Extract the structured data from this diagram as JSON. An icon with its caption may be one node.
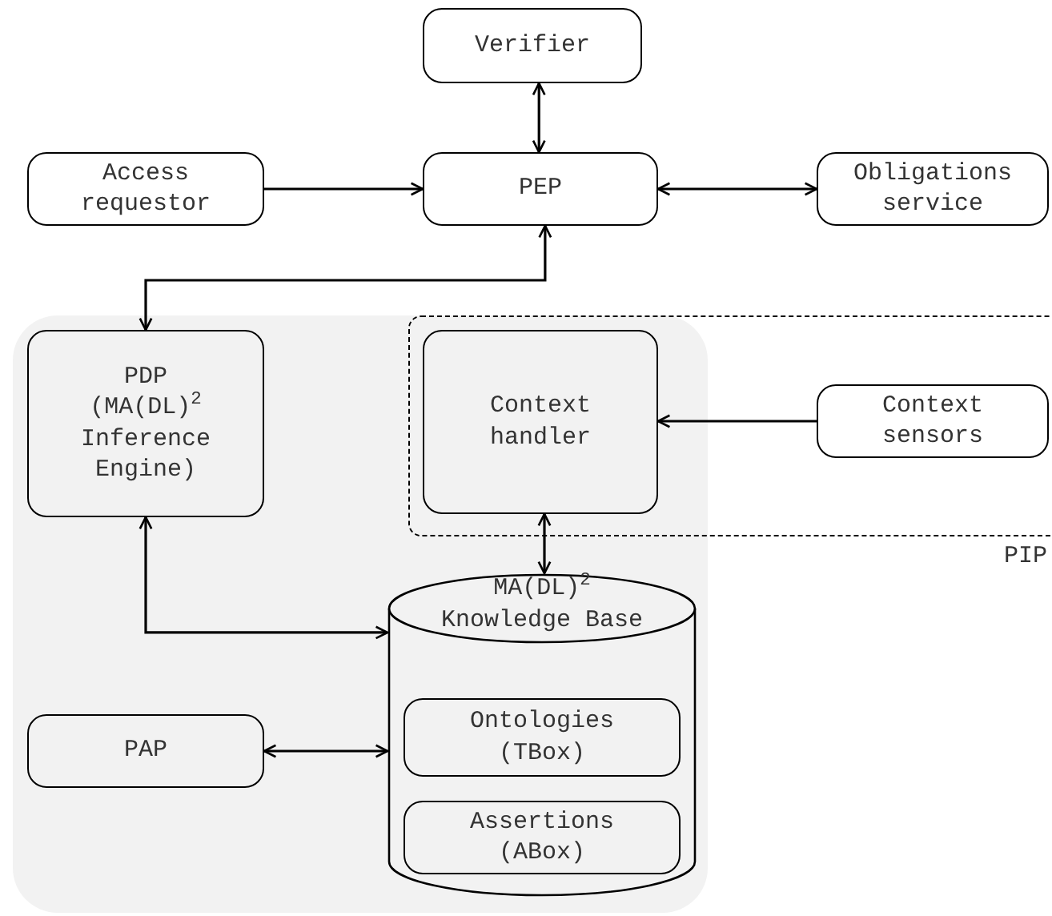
{
  "diagram": {
    "nodes": [
      {
        "text": [
          "Verifier"
        ]
      },
      {
        "text": [
          "Access requestor"
        ]
      },
      {
        "text": [
          "PEP"
        ]
      },
      {
        "text": [
          "Obligations service"
        ]
      },
      {
        "text": [],
        "shape": "box"
      },
      {
        "text": [
          "PDP (MA(DL)$^{2}$ Inference Engine)"
        ],
        "in": 4
      },
      {
        "text": [
          "PIP"
        ]
      },
      {
        "text": [
          "Context handler"
        ]
      },
      {
        "text": [
          "Context sensors"
        ],
        "in": 6
      },
      {
        "text": [
          "MA(DL)$^{2}$ Knowledge Base"
        ],
        "in": 4
      },
      {
        "text": [
          "Ontologies (TBox)"
        ],
        "in": 9
      },
      {
        "text": [
          "Assertions (ABox)"
        ],
        "in": 9
      },
      {
        "text": [
          "PAP"
        ],
        "in": 4
      }
    ],
    "edges": [
      {
        "from": 0,
        "to": 2,
        "arrow": "both"
      },
      {
        "from": 1,
        "to": 2,
        "arrow": "to"
      },
      {
        "from": 2,
        "to": 3,
        "arrow": "both"
      },
      {
        "from": 2,
        "to": 5,
        "arrow": "both"
      },
      {
        "from": 8,
        "to": 7,
        "arrow": "to"
      },
      {
        "from": 7,
        "to": 9,
        "arrow": "both"
      },
      {
        "from": 5,
        "to": 9,
        "arrow": "both"
      },
      {
        "from": 12,
        "to": 9,
        "arrow": "both"
      }
    ]
  }
}
